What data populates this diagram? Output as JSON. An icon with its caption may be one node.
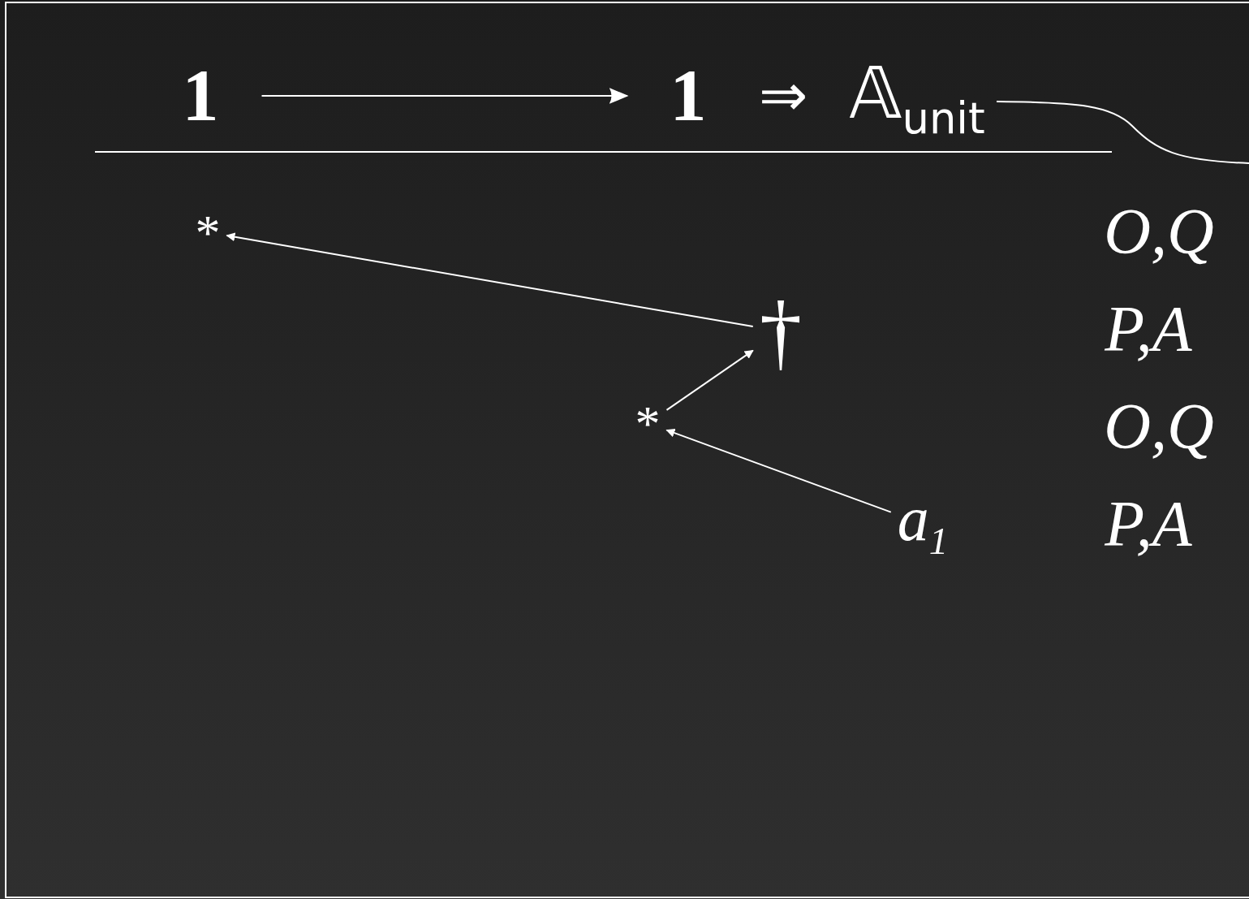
{
  "diagram": {
    "nodes": [
      {
        "text": [
          "1"
        ]
      },
      {
        "text": [
          "1"
        ]
      },
      {
        "text": [
          "*"
        ]
      },
      {
        "text": [
          "†"
        ]
      },
      {
        "text": [
          "*"
        ]
      },
      {
        "text": [
          "a$_{1}$"
        ]
      }
    ],
    "edges": [
      {
        "from": 0,
        "to": 1,
        "arrow": "to"
      },
      {
        "from": 3,
        "to": 2,
        "arrow": "to"
      },
      {
        "from": 4,
        "to": 3,
        "arrow": "to"
      },
      {
        "from": 5,
        "to": 4,
        "arrow": "to"
      }
    ],
    "labels": [
      "⇒",
      "𝔸$_{unit}$",
      "O,Q",
      "P,A",
      "O,Q",
      "P,A"
    ]
  }
}
